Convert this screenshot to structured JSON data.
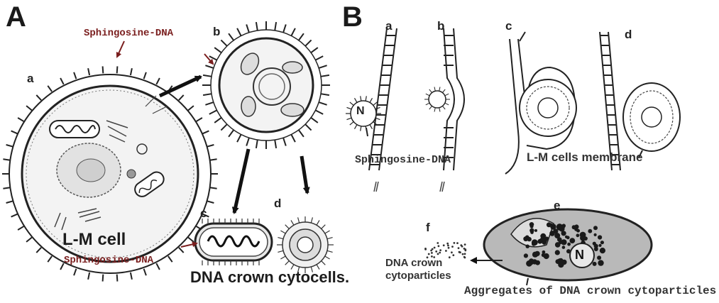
{
  "panel_a": {
    "letter": "A",
    "sub_a": "a",
    "sub_b": "b",
    "sub_c": "c",
    "sub_d": "d",
    "label_sphingosine_top": "Sphingosine-DNA",
    "label_sphingosine_bottom": "Sphingosine-DNA",
    "label_cell": "L-M cell",
    "label_crown": "DNA crown cytocells."
  },
  "panel_b": {
    "letter": "B",
    "sub_a": "a",
    "sub_b": "b",
    "sub_c": "c",
    "sub_d": "d",
    "sub_e": "e",
    "sub_f": "f",
    "nucleus_glyph": "N",
    "label_sphingosine": "Sphingosine-DNA",
    "label_membrane": "L-M cells membrane",
    "label_particles_line1": "DNA crown",
    "label_particles_line2": "cytoparticles",
    "label_aggregates": "Aggregates of DNA crown cytoparticles"
  },
  "colors": {
    "ink": "#1c1c1c",
    "label_red": "#7a1e1e",
    "cell_fill": "#b9b9b9"
  }
}
